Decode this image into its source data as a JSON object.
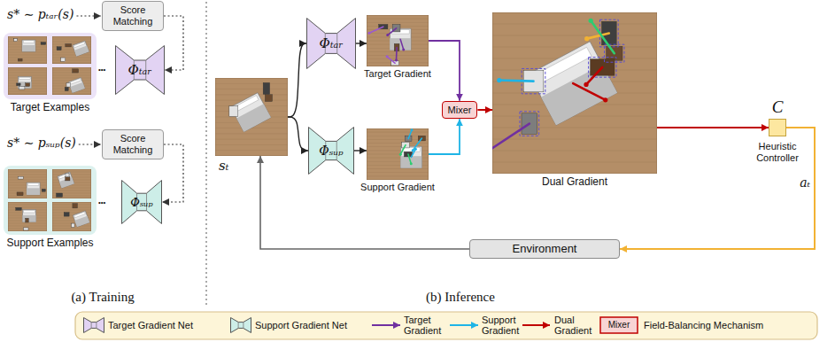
{
  "diagram": {
    "nodes": [
      {
        "text": [
          "Score Matching"
        ]
      },
      {
        "text": [
          "Target Examples"
        ]
      },
      {
        "text": [
          "Φₜₐᵣ"
        ]
      },
      {
        "text": [
          "Score Matching"
        ]
      },
      {
        "text": [
          "Support Examples"
        ]
      },
      {
        "text": [
          "Φₛᵤₚ"
        ]
      },
      {
        "text": [
          "sₜ"
        ]
      },
      {
        "text": [
          "Φₜₐᵣ"
        ]
      },
      {
        "text": [
          "Φₛᵤₚ"
        ]
      },
      {
        "text": [
          "Target Gradient"
        ]
      },
      {
        "text": [
          "Support Gradient"
        ]
      },
      {
        "text": [
          "Mixer"
        ]
      },
      {
        "text": [
          "Dual Gradient"
        ]
      },
      {
        "text": [
          "C",
          "Heuristic Controller"
        ]
      },
      {
        "text": [
          "Environment"
        ]
      }
    ],
    "edges": [
      {
        "from": 0,
        "to": 2,
        "arrow": "to"
      },
      {
        "from": 3,
        "to": 5,
        "arrow": "to"
      },
      {
        "from": 6,
        "to": 7,
        "arrow": "to"
      },
      {
        "from": 6,
        "to": 8,
        "arrow": "to"
      },
      {
        "from": 7,
        "to": 9,
        "arrow": "to"
      },
      {
        "from": 8,
        "to": 10,
        "arrow": "to"
      },
      {
        "from": 9,
        "to": 11,
        "arrow": "to"
      },
      {
        "from": 10,
        "to": 11,
        "arrow": "to"
      },
      {
        "from": 11,
        "to": 12,
        "arrow": "to"
      },
      {
        "from": 12,
        "to": 13,
        "arrow": "to"
      },
      {
        "from": 13,
        "to": 14,
        "label": "aₜ",
        "arrow": "to"
      },
      {
        "from": 14,
        "to": 6,
        "arrow": "to"
      }
    ],
    "labels": [
      "s* ∼ pₜₐᵣ(s)",
      "•••",
      "s* ∼ pₛᵤₚ(s)",
      "•••",
      "(a) Training",
      "(b) Inference",
      "Mixer"
    ],
    "legend": [
      {
        "text": "Target Gradient Net"
      },
      {
        "text": "Support Gradient Net"
      },
      {
        "text": "Target Gradient"
      },
      {
        "text": "Support Gradient"
      },
      {
        "text": "Dual Gradient"
      },
      {
        "text": "Field-Balancing Mechanism"
      }
    ]
  }
}
